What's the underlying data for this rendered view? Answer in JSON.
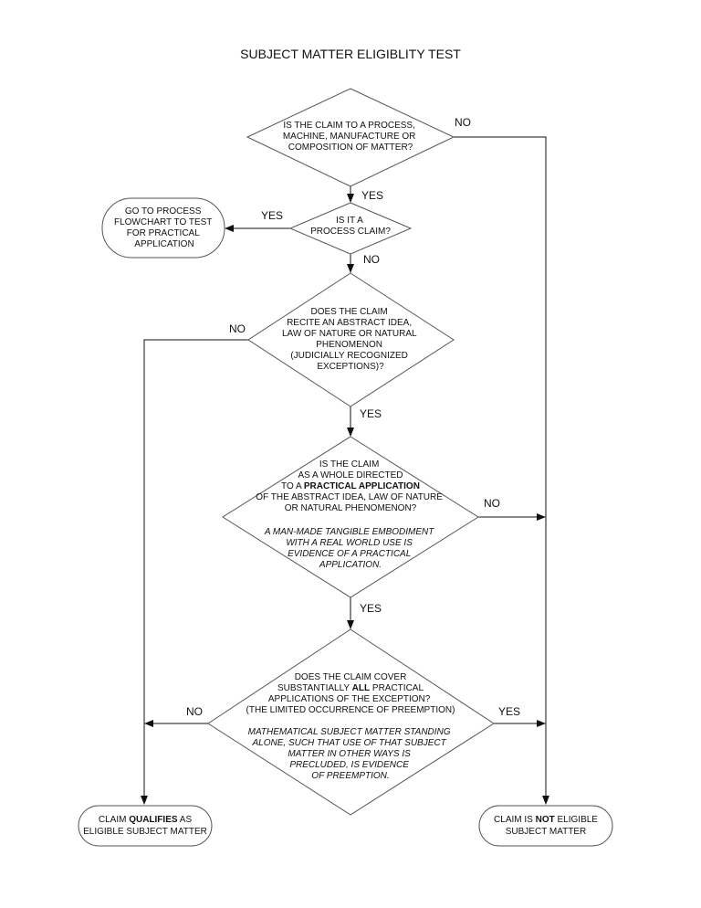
{
  "title": "SUBJECT MATTER ELIGIBLITY TEST",
  "nodes": {
    "q1": [
      "IS THE CLAIM TO A PROCESS,",
      "MACHINE, MANUFACTURE OR",
      "COMPOSITION OF MATTER?"
    ],
    "q2": [
      "IS IT A",
      "PROCESS CLAIM?"
    ],
    "goto_process": [
      "GO TO PROCESS",
      "FLOWCHART TO TEST",
      "FOR PRACTICAL",
      "APPLICATION"
    ],
    "q3": [
      "DOES THE CLAIM",
      "RECITE AN ABSTRACT IDEA,",
      "LAW OF NATURE OR NATURAL",
      "PHENOMENON",
      "(JUDICIALLY RECOGNIZED",
      "EXCEPTIONS)?"
    ],
    "q4": {
      "line1": "IS THE CLAIM",
      "line2": "AS A WHOLE DIRECTED",
      "line3_pre": "TO A ",
      "line3_bold": "PRACTICAL APPLICATION",
      "line4": "OF THE ABSTRACT IDEA, LAW OF NATURE",
      "line5": "OR NATURAL PHENOMENON?",
      "italic": [
        "A MAN-MADE TANGIBLE EMBODIMENT",
        "WITH A REAL WORLD USE IS",
        "EVIDENCE OF A PRACTICAL",
        "APPLICATION."
      ]
    },
    "q5": {
      "line1": "DOES THE CLAIM COVER",
      "line2_pre": "SUBSTANTIALLY ",
      "line2_bold": "ALL",
      "line2_post": " PRACTICAL",
      "line3": "APPLICATIONS OF THE EXCEPTION?",
      "line4": "(THE LIMITED OCCURRENCE OF PREEMPTION)",
      "italic": [
        "MATHEMATICAL SUBJECT MATTER STANDING",
        "ALONE, SUCH THAT USE OF THAT SUBJECT",
        "MATTER IN OTHER WAYS IS",
        "PRECLUDED, IS EVIDENCE",
        "OF PREEMPTION."
      ]
    },
    "qualifies": {
      "pre": "CLAIM ",
      "bold": "QUALIFIES",
      "post": " AS",
      "line2": "ELIGIBLE SUBJECT MATTER"
    },
    "not_eligible": {
      "pre": "CLAIM IS ",
      "bold": "NOT",
      "post": " ELIGIBLE",
      "line2": "SUBJECT MATTER"
    }
  },
  "edges": {
    "q1_no": "NO",
    "q1_yes": "YES",
    "q2_yes": "YES",
    "q2_no": "NO",
    "q3_no": "NO",
    "q3_yes": "YES",
    "q4_no": "NO",
    "q4_yes": "YES",
    "q5_no": "NO",
    "q5_yes": "YES"
  }
}
